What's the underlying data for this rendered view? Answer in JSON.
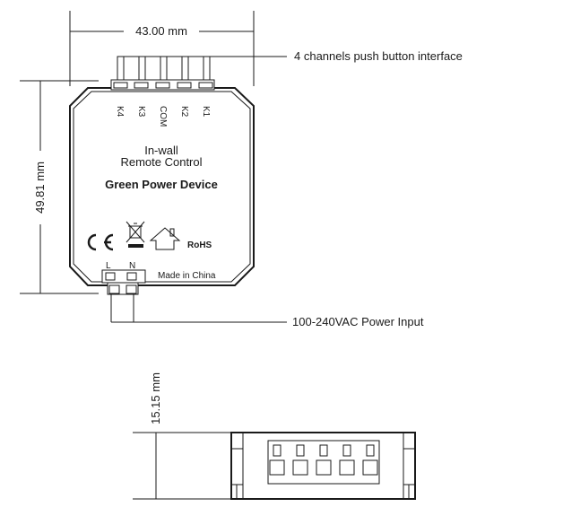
{
  "dimensions": {
    "width_label": "43.00 mm",
    "height_label": "49.81 mm",
    "depth_label": "15.15 mm"
  },
  "callouts": {
    "push_interface": "4 channels push button interface",
    "power_input": "100-240VAC Power Input"
  },
  "terminals_top": [
    "K4",
    "K3",
    "COM",
    "K2",
    "K1"
  ],
  "terminals_bottom": [
    "L",
    "N"
  ],
  "device": {
    "line1": "In-wall",
    "line2": "Remote  Control",
    "name": "Green Power Device",
    "rohs": "RoHS",
    "made_in": "Made  in  China"
  },
  "marks": [
    "ce-mark-icon",
    "weee-bin-icon",
    "house-icon"
  ]
}
